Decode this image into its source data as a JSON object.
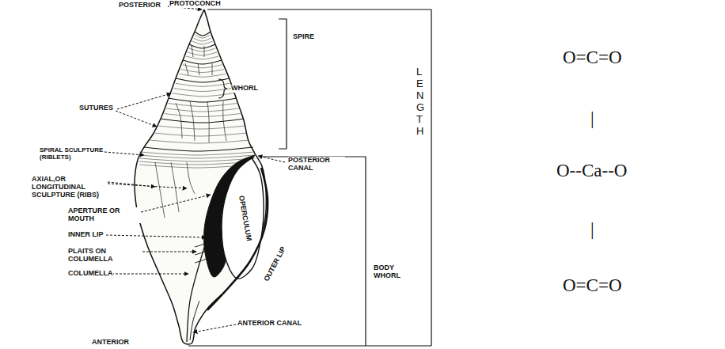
{
  "diagram": {
    "labels": [
      "POSTERIOR",
      "PROTOCONCH",
      "WHORL",
      "SPIRE",
      "SUTURES",
      "SPIRAL SCULPTURE (RIBLETS)",
      "AXIAL,OR LONGITUDINAL SCULPTURE (RIBS)",
      "APERTURE OR MOUTH",
      "INNER LIP",
      "PLAITS ON COLUMELLA",
      "COLUMELLA",
      "OPERCULUM",
      "OUTER LIP",
      "POSTERIOR CANAL",
      "BODY WHORL",
      "LENGTH",
      "ANTERIOR CANAL",
      "ANTERIOR",
      "O=C=O",
      "|",
      "O--Ca--O",
      "|",
      "O=C=O"
    ]
  }
}
